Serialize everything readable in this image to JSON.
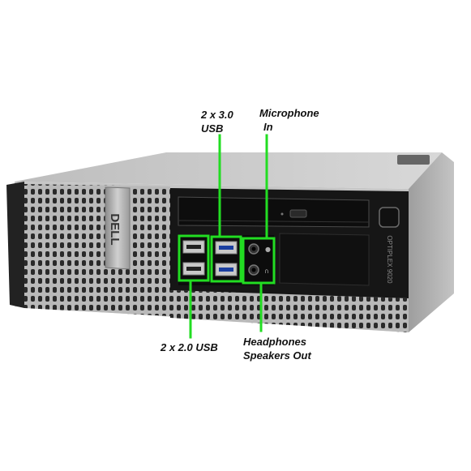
{
  "callouts": {
    "usb30": {
      "line1": "2 x 3.0",
      "line2": "USB"
    },
    "microphone": {
      "line1": "Microphone",
      "line2": "In"
    },
    "usb20": {
      "label": "2 x 2.0 USB"
    },
    "headphones": {
      "line1": "Headphones",
      "line2": "Speakers Out"
    }
  },
  "product": {
    "brand_logo": "DELL",
    "model_vertical": "OPTIPLEX 9020"
  },
  "colors": {
    "highlight": "#22dd22",
    "chassis_silver": "#c9c9c9",
    "front_panel_black": "#1a1a1a",
    "background": "#ffffff"
  }
}
